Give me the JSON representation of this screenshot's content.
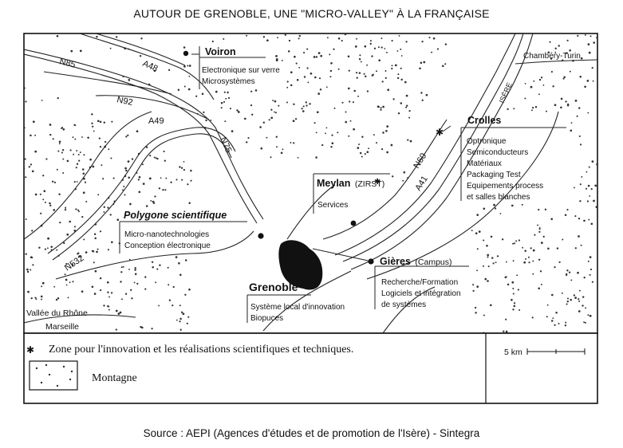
{
  "title": "AUTOUR DE GRENOBLE, UNE \"MICRO-VALLEY\" À LA FRANÇAISE",
  "source": "Source : AEPI (Agences d'études et de promotion de l'Isère) - Sintegra",
  "roads": {
    "n85": "N85",
    "a48": "A48",
    "n92": "N92",
    "a49": "A49",
    "n75": "N75",
    "n532": "N532",
    "n60": "N60",
    "a41": "A41",
    "isere": "ISÈRE"
  },
  "places": {
    "chambery": "Chambéry-Turin",
    "vallee": "Vallée du Rhône",
    "marseille": "Marseille"
  },
  "sites": {
    "voiron": {
      "name": "Voiron",
      "lines": [
        "Electronique sur verre",
        "Microsystèmes"
      ]
    },
    "crolles": {
      "name": "Crolles",
      "lines": [
        "Optronique",
        "Semiconducteurs",
        "Matériaux",
        "Packaging Test",
        "Equipements process",
        "et salles blanches"
      ]
    },
    "meylan": {
      "name": "Meylan",
      "tag": "(ZIRST)",
      "lines": [
        "Services"
      ]
    },
    "polygone": {
      "name": "Polygone scientifique",
      "lines": [
        "Micro-nanotechnologies",
        "Conception électronique"
      ]
    },
    "gieres": {
      "name": "Gières",
      "tag": "(Campus)",
      "lines": [
        "Recherche/Formation",
        "Logiciels et intégration",
        "de systèmes"
      ]
    },
    "grenoble": {
      "name": "Grenoble",
      "lines": [
        "Système local d'innovation",
        "Biopuces"
      ]
    }
  },
  "legend": {
    "zone_label": "Zone pour l'innovation et les réalisations scientifiques et techniques.",
    "mountain_label": "Montagne",
    "scale_label": "5 km"
  }
}
